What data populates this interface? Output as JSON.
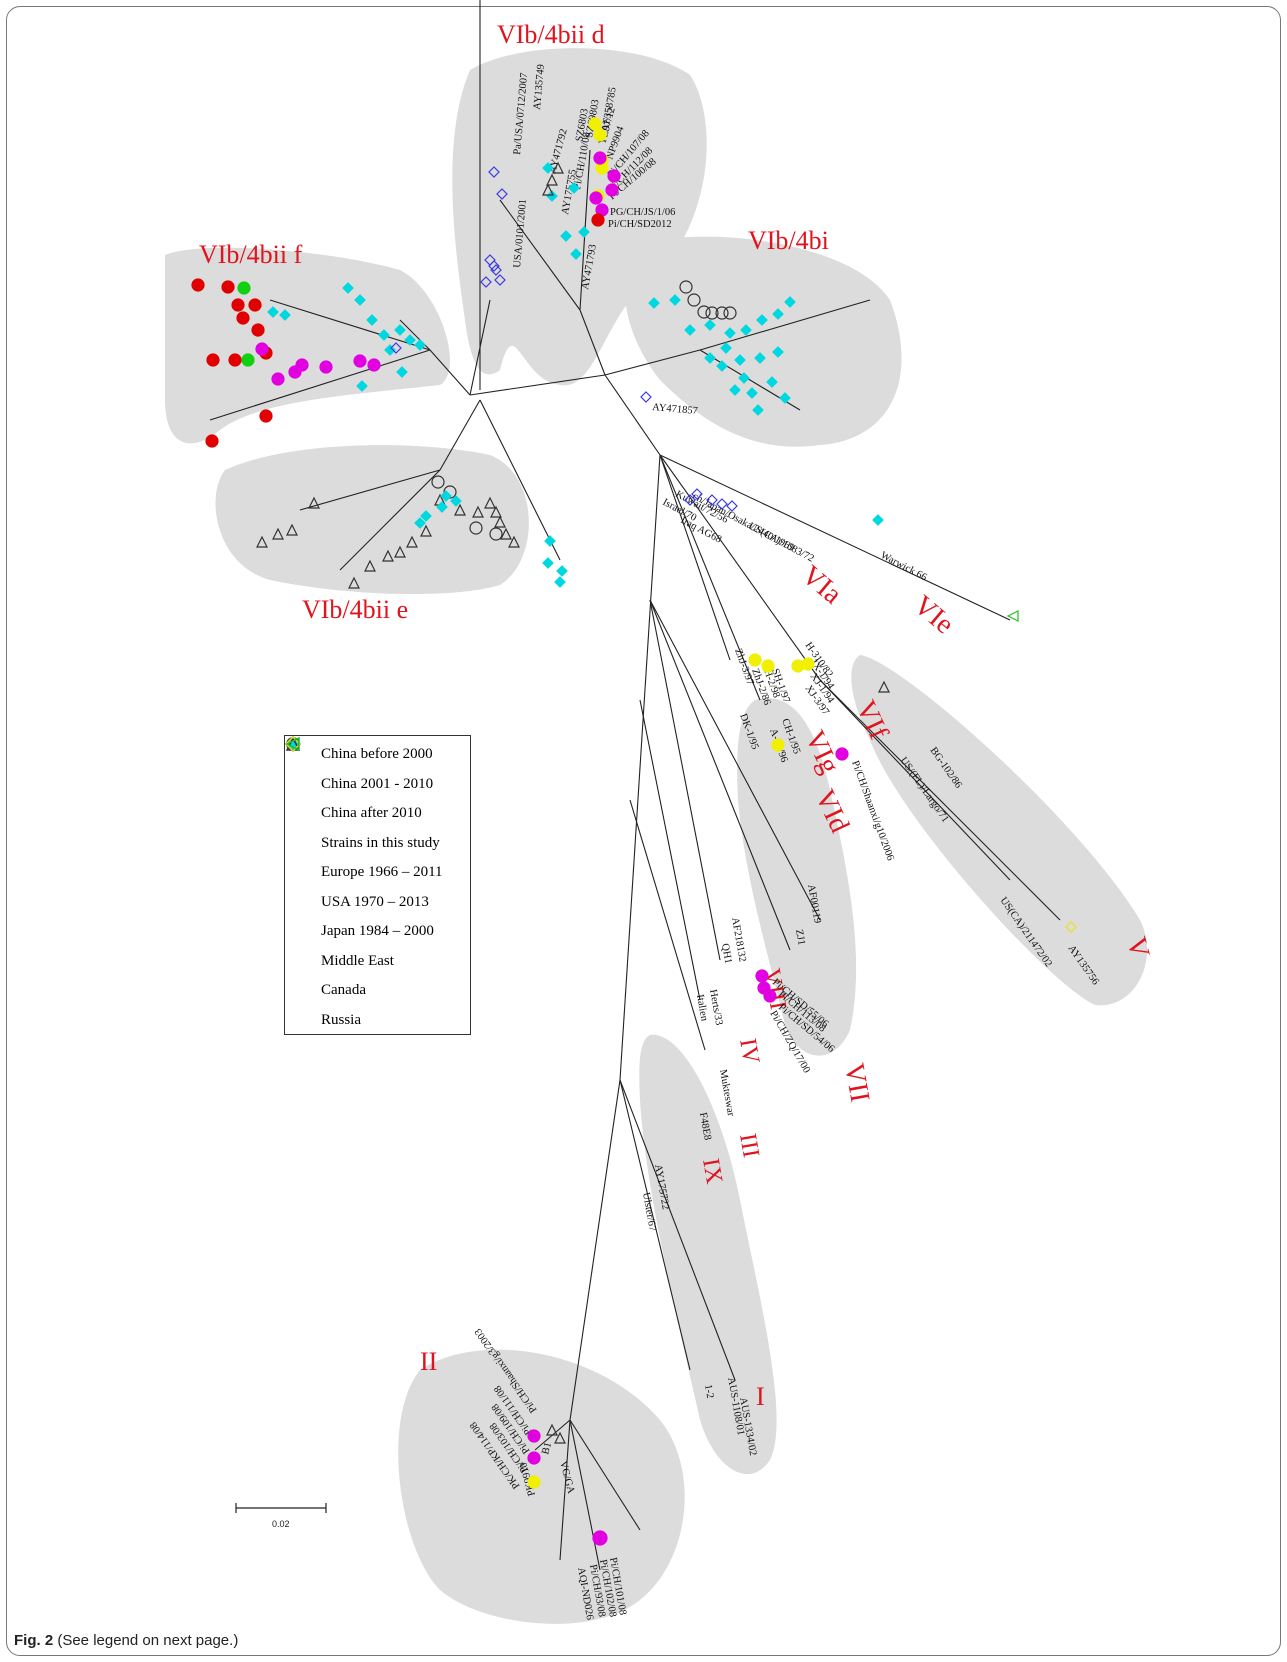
{
  "colors": {
    "china_before_2000": "#f0f000",
    "china_2001_2010": "#e000e0",
    "china_after_2010": "#e00000",
    "strains_this_study": "#10d010",
    "europe": "#00d8e0",
    "usa": "#333333",
    "japan": "#333333",
    "middle_east": "#3a3ae0",
    "canada": "#e8e020",
    "russia": "#20c020",
    "clade_label": "#e0141e",
    "clade_bg": "#dcdcdc"
  },
  "clade_labels": {
    "vib_4bii_d": "VIb/4bii d",
    "vib_4bii_f": "VIb/4bii f",
    "vib_4bi": "VIb/4bi",
    "vib_4bii_e": "VIb/4bii e",
    "via": "VIa",
    "vie": "VIe",
    "vif": "VIf",
    "vig": "VIg",
    "vid": "VId",
    "v": "V",
    "vii": "VII",
    "viii": "VIII",
    "iv": "IV",
    "iii": "III",
    "ix": "IX",
    "ii": "II",
    "i": "I"
  },
  "tips": {
    "d": [
      "SZ6803",
      "SZ69803",
      "AF358785",
      "NP9904",
      "YZ97/12",
      "Pi/CH/107/08",
      "Pi/CH/110/08",
      "Pi/CH/112/08",
      "Pi/CH/100/08",
      "PG/CH/JS/1/06",
      "Pi/CH/SD2012",
      "AY471792",
      "AY175755",
      "USA/0101/2001",
      "AY471793",
      "Pa/USA/0712/2007",
      "AY135749"
    ],
    "mid": [
      "AY471857",
      "ch/Japan/Osaka/2440/1969",
      "Kuwait/72/56",
      "Iraq AG68",
      "Israel/70",
      "US(CA)/1083/72",
      "Warwick 66"
    ],
    "vifg": [
      "ZhJ-3/97",
      "SH-2/98",
      "SH-1/97",
      "ZhJ-2/86",
      "H-310/82",
      "JX-1/94",
      "XJ-1/94",
      "XJ-3/97",
      "DK-1/95",
      "CH-1/95",
      "A-24/96",
      "Pi/CH/Shaanxi/g10/2006"
    ],
    "v": [
      "BG-102/86",
      "US/(FL)/Largo/71",
      "US(CA)/211472/02",
      "AY135756"
    ],
    "vii": [
      "AF00119",
      "ZJ1",
      "AF218132",
      "QH1",
      "Pi/CH/SD/55/06",
      "Pi/CH/113/08",
      "Pi/CH/SD/54/06",
      "Pi/CH/ZQ/17/00"
    ],
    "iv": [
      "Herts/33",
      "Italien"
    ],
    "iii": [
      "Mukteswar",
      "F48E8"
    ],
    "i": [
      "AY175722",
      "Ulster/67",
      "1-2",
      "AUS-1108/01",
      "AUS-1334/02"
    ],
    "ii": [
      "Pi/CH/Shaanxi/g3/2003",
      "Pi/CH/111/08",
      "Pi/CH/109/08",
      "Pi/CH/103/08",
      "PK/CH/KP/114/08",
      "PK9910",
      "B1",
      "VG/GA",
      "Pi/CH/101/08",
      "Pi/CH/102/08",
      "Pi/CH/93/08",
      "AQI-ND026"
    ]
  },
  "legend": [
    {
      "label": "China before 2000",
      "shape": "circle",
      "color": "#f0f000",
      "filled": true
    },
    {
      "label": "China 2001 - 2010",
      "shape": "circle",
      "color": "#e000e0",
      "filled": true
    },
    {
      "label": "China after 2010",
      "shape": "circle",
      "color": "#e00000",
      "filled": true
    },
    {
      "label": "Strains in this study",
      "shape": "circle",
      "color": "#10d010",
      "filled": true
    },
    {
      "label": "Europe 1966 – 2011",
      "shape": "diamond",
      "color": "#00d8e0",
      "filled": true
    },
    {
      "label": "USA 1970 – 2013",
      "shape": "triangle",
      "color": "#333333",
      "filled": false
    },
    {
      "label": "Japan 1984 – 2000",
      "shape": "circle",
      "color": "#333333",
      "filled": false
    },
    {
      "label": "Middle East",
      "shape": "diamond",
      "color": "#3a3ae0",
      "filled": false
    },
    {
      "label": "Canada",
      "shape": "diamond",
      "color": "#e8e020",
      "filled": false
    },
    {
      "label": "Russia",
      "shape": "triangle-left",
      "color": "#20c020",
      "filled": false
    }
  ],
  "scale_bar": {
    "label": "0.02"
  },
  "caption": {
    "bold": "Fig. 2",
    "rest": "(See legend on next page.)"
  }
}
